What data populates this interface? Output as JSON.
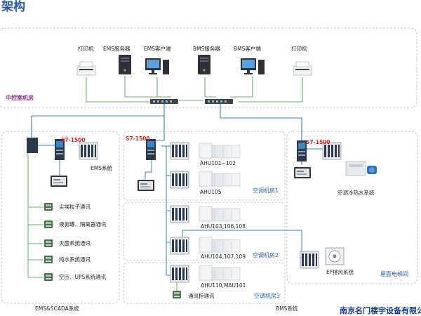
{
  "header": {
    "title": "架构"
  },
  "control_room": {
    "label": "中控室机房",
    "devices": [
      {
        "name": "printer-left",
        "label": "打印机"
      },
      {
        "name": "ems-server",
        "label": "EMS服务器"
      },
      {
        "name": "ems-client",
        "label": "EMS客户端"
      },
      {
        "name": "bms-server",
        "label": "BMS服务器"
      },
      {
        "name": "bms-client",
        "label": "BMS客户端"
      },
      {
        "name": "printer-right",
        "label": "打印机"
      }
    ]
  },
  "ems_block": {
    "plc_label": "S7-1500",
    "system_label": "EMS系统",
    "comm_items": [
      "尘埃粒子通讯",
      "液氮罐、隔离器通讯",
      "灭菌系统通讯",
      "纯水系统通讯",
      "空压、UPS系统通讯"
    ],
    "footer": "EMS&SCADA系统"
  },
  "bms_block": {
    "plc_label": "S7-1500",
    "units": [
      "AHU101~102",
      "AHU105",
      "AHU103,106,108",
      "AHU104,107,109",
      "AHU110,MAU101"
    ],
    "rooms": [
      "空调机房1",
      "空调机房2",
      "空调机房3"
    ],
    "vent_label": "通风柜通讯",
    "footer": "BMS系统"
  },
  "roof_block": {
    "plc_label": "S7-1500",
    "chiller_label": "空调冷热水系统",
    "fan_label": "EF排风系统",
    "room_label": "屋面电梯间"
  },
  "footer": {
    "company": "南京名门楼宇设备有限公司"
  },
  "colors": {
    "title": "#2a5aa8",
    "red_label": "#e02020",
    "room_label": "#8b2c8e",
    "link_blue": "#2f7fcf",
    "link_green": "#5cb85c"
  }
}
